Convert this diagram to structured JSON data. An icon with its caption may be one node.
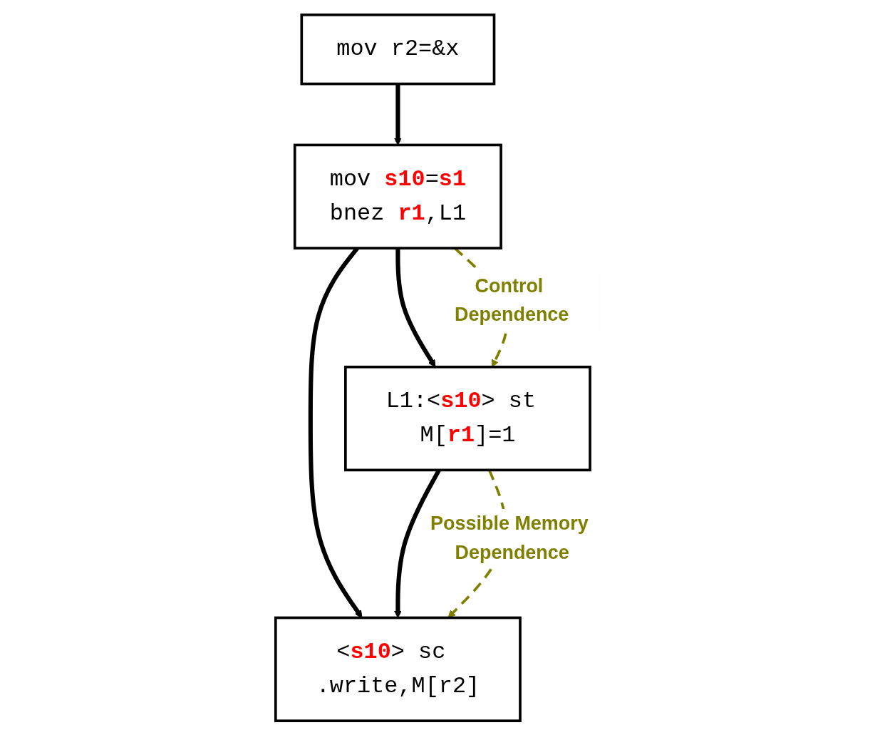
{
  "diagram": {
    "nodes": [
      {
        "text": [
          "mov r2=&x"
        ]
      },
      {
        "text": [
          "mov **s10**=**s1**",
          "bnez **r1**,L1"
        ]
      },
      {
        "text": [
          "L1:<**s10**> st M[**r1**]=1"
        ]
      },
      {
        "text": [
          "<**s10**> sc .write,M[r2]"
        ]
      }
    ],
    "edges": [
      {
        "from": 0,
        "to": 1,
        "arrow": "to"
      },
      {
        "from": 1,
        "to": 3,
        "arrow": "to"
      },
      {
        "from": 1,
        "to": 2,
        "arrow": "to"
      },
      {
        "from": 2,
        "to": 3,
        "arrow": "to"
      },
      {
        "from": 1,
        "to": 2,
        "arrow": "to",
        "label": "Control Dependence",
        "style": "dashed",
        "color": "#808000"
      },
      {
        "from": 2,
        "to": 3,
        "arrow": "to",
        "label": "Possible Memory Dependence",
        "style": "dashed",
        "color": "#808000"
      }
    ]
  }
}
